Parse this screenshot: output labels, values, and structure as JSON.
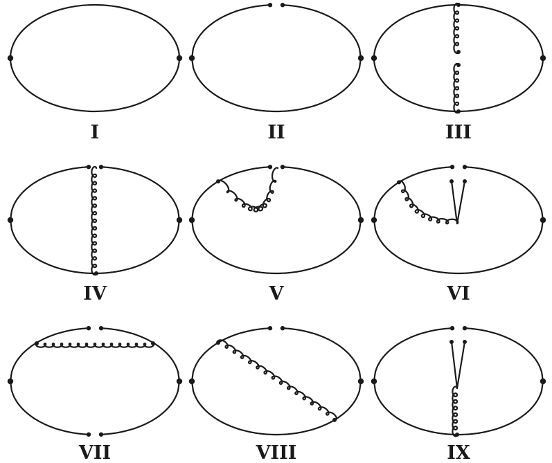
{
  "diagrams": [
    {
      "label": "I"
    },
    {
      "label": "II"
    },
    {
      "label": "III"
    },
    {
      "label": "IV"
    },
    {
      "label": "V"
    },
    {
      "label": "VI"
    },
    {
      "label": "VII"
    },
    {
      "label": "VIII"
    },
    {
      "label": "IX"
    }
  ],
  "colors": {
    "stroke": "#1a1a1a",
    "background": "#ffffff"
  }
}
